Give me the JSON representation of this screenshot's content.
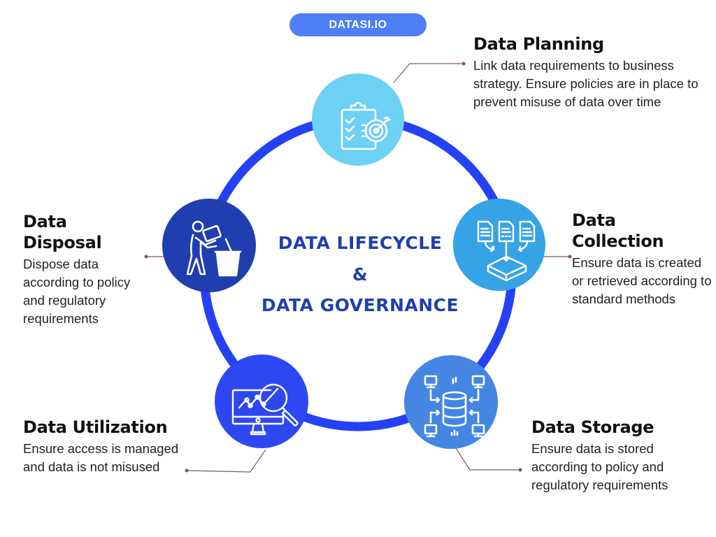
{
  "badge": {
    "label": "DATASI.IO"
  },
  "center": {
    "line1": "DATA LIFECYCLE",
    "line2": "&",
    "line3": "DATA GOVERNANCE"
  },
  "colors": {
    "ring": "#2541f5",
    "planning": "#6dd0f5",
    "collection": "#36a3e6",
    "storage": "#4586e3",
    "utilization": "#2d48f3",
    "disposal": "#1f3fb0",
    "title_text": "#1f3fb0",
    "connector": "#7a5a55"
  },
  "stages": {
    "planning": {
      "title": "Data Planning",
      "description": "Link data requirements to business strategy. Ensure policies are in place to prevent misuse of data over time",
      "icon": "clipboard-target-icon"
    },
    "collection": {
      "title": "Data Collection",
      "description": "Ensure data is created or retrieved according to standard methods",
      "icon": "documents-into-tray-icon"
    },
    "storage": {
      "title": "Data Storage",
      "description": "Ensure data is stored according to policy and regulatory requirements",
      "icon": "database-network-icon"
    },
    "utilization": {
      "title": "Data Utilization",
      "description": "Ensure access is managed and data is not misused",
      "icon": "monitor-analytics-magnifier-icon"
    },
    "disposal": {
      "title": "Data Disposal",
      "description": "Dispose data according to policy and regulatory requirements",
      "icon": "person-trash-bin-icon"
    }
  }
}
